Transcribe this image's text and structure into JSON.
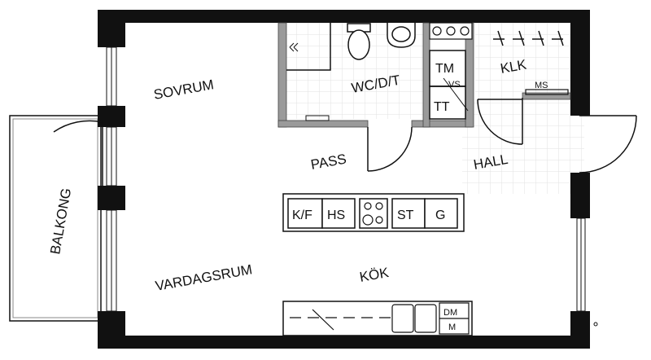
{
  "rooms": {
    "sovrum": "SOVRUM",
    "wc": "WC/D/T",
    "klk": "KLK",
    "pass": "PASS",
    "hall": "HALL",
    "balkong": "BALKONG",
    "vardagsrum": "VARDAGSRUM",
    "kok": "KÖK"
  },
  "appliances": {
    "kf": "K/F",
    "hs": "HS",
    "st": "ST",
    "g": "G",
    "tm": "TM",
    "tt": "TT",
    "vs": "VS",
    "ms": "MS",
    "dm": "DM",
    "m": "M"
  },
  "colors": {
    "wall": "#111111",
    "wet_room_wall": "#9a9a9a",
    "tile_grid": "#e2e2e2"
  }
}
